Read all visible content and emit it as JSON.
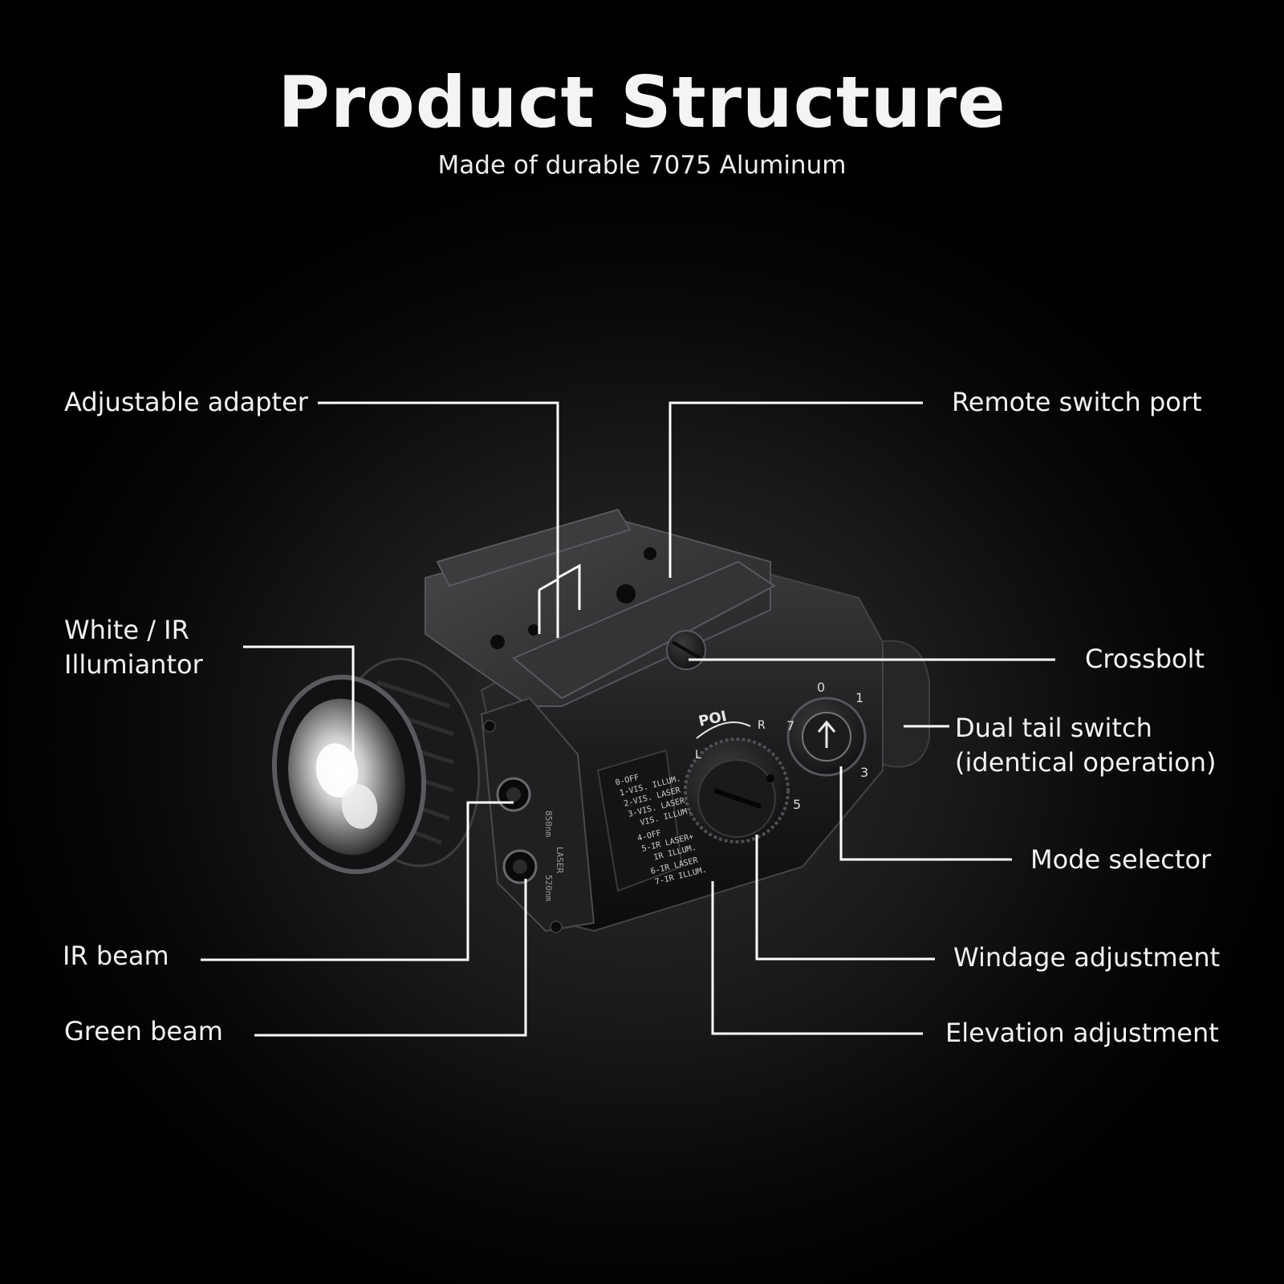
{
  "title": "Product Structure",
  "subtitle": "Made of durable 7075 Aluminum",
  "labels": {
    "adjustable_adapter": "Adjustable adapter",
    "remote_switch_port": "Remote switch port",
    "illuminator_line1": "White / IR",
    "illuminator_line2": "Illumiantor",
    "crossbolt": "Crossbolt",
    "dual_tail_line1": "Dual tail switch",
    "dual_tail_line2": "(identical operation)",
    "mode_selector": "Mode selector",
    "ir_beam": "IR beam",
    "windage": "Windage adjustment",
    "green_beam": "Green beam",
    "elevation": "Elevation adjustment"
  },
  "device": {
    "poi": "POI",
    "left": "L",
    "right": "R",
    "dial_numbers": [
      "0",
      "1",
      "7",
      "3",
      "5"
    ],
    "mode_list": [
      "0-OFF",
      "1-VIS. ILLUM.",
      "2-VIS. LASER",
      "3-VIS. LASER+",
      "VIS. ILLUM.",
      "4-OFF",
      "5-IR LASER+",
      "IR ILLUM.",
      "6-IR LASER",
      "7-IR ILLUM."
    ],
    "side_text_1": "850nm",
    "side_text_2": "LASER",
    "side_text_3": "520nm"
  },
  "colors": {
    "background": "#000000",
    "text": "#f2f2f2",
    "leader": "#ffffff",
    "device_body": "#1c1c1e"
  }
}
